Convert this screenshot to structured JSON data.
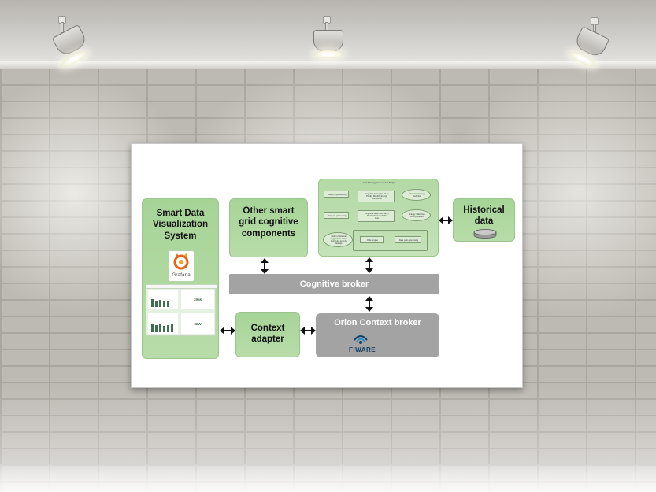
{
  "diagram": {
    "visualization_box": {
      "title": "Smart Data\nVisualization\nSystem",
      "logo_text": "Grafana",
      "dashboard_value_1": "29ak",
      "dashboard_value_2": "32W"
    },
    "other_components_box": {
      "title": "Other smart\ngrid cognitive\ncomponents"
    },
    "cognitive_module": {
      "header": "Grid & Energy Consumption Budget",
      "item_1": "Data pre-processing",
      "item_2": "Cognitive Agent (GI-EE-1)\nPredict Monthly Energy\nConsumed",
      "item_3": "Consumed energy\nprediction",
      "item_4": "Data pre-processing",
      "item_5": "Cognitive Agent (GI-EE-2)\nPredict Peak load/Idle\ntime",
      "item_6": "Energy /Idle/Peak\ntimes prediction",
      "item_7": "Return historical\nsuggestions about\nimproving energy\nsavings",
      "item_8": "Rule engine",
      "item_9": "Data post-processing"
    },
    "historical_box": {
      "title": "Historical\ndata"
    },
    "cognitive_broker": {
      "label": "Cognitive broker"
    },
    "context_adapter": {
      "title": "Context\nadapter"
    },
    "orion_broker": {
      "label": "Orion Context broker",
      "logo_text": "FIWARE"
    }
  }
}
